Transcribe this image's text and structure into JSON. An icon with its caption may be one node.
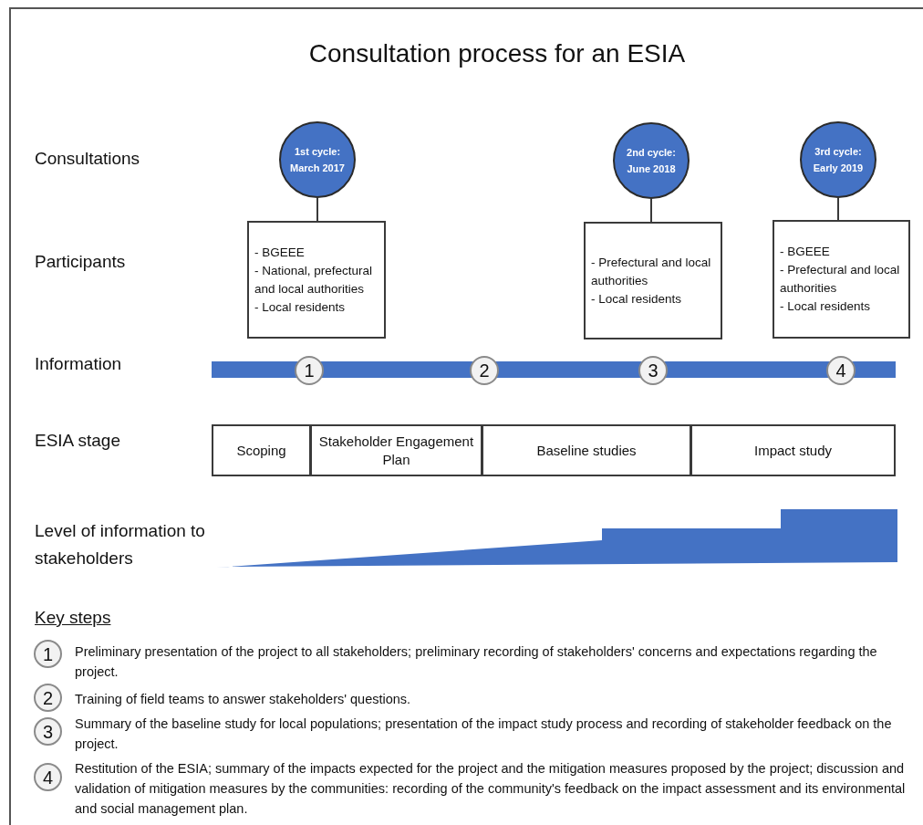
{
  "diagram": {
    "title": "Consultation process for an ESIA",
    "nodes": [
      {
        "text": [
          "1st cycle: March 2017"
        ]
      },
      {
        "text": [
          "- BGEEE",
          "- National, prefectural and local authorities",
          "- Local residents"
        ]
      },
      {
        "text": [
          "2nd cycle: June 2018"
        ]
      },
      {
        "text": [
          "- Prefectural and local authorities",
          "- Local residents"
        ]
      },
      {
        "text": [
          "3rd cycle: Early 2019"
        ]
      },
      {
        "text": [
          "- BGEEE",
          "- Prefectural and local authorities",
          "- Local residents"
        ]
      },
      {
        "text": [
          "1"
        ]
      },
      {
        "text": [
          "2"
        ]
      },
      {
        "text": [
          "3"
        ]
      },
      {
        "text": [
          "4"
        ]
      },
      {
        "text": [
          "Scoping"
        ]
      },
      {
        "text": [
          "Stakeholder Engagement Plan"
        ]
      },
      {
        "text": [
          "Baseline studies"
        ]
      },
      {
        "text": [
          "Impact study"
        ]
      },
      {
        "text": [
          "1"
        ],
        "beside": [
          "Preliminary presentation of the project to all stakeholders; preliminary recording of stakeholders' concerns and expectations regarding the project."
        ]
      },
      {
        "text": [
          "2"
        ],
        "beside": [
          "Training of field teams to answer stakeholders' questions."
        ]
      },
      {
        "text": [
          "3"
        ],
        "beside": [
          "Summary of the baseline study for local populations; presentation of the impact study process and recording of stakeholder feedback on the project."
        ]
      },
      {
        "text": [
          "4"
        ],
        "beside": [
          "Restitution of the ESIA; summary of the impacts expected for the project and the mitigation measures proposed by the project; discussion and validation of mitigation measures by the communities: recording of the community's feedback on the impact assessment and its environmental and social management plan."
        ]
      }
    ],
    "edges": [
      {
        "from": 0,
        "to": 1,
        "arrow": "none"
      },
      {
        "from": 2,
        "to": 3,
        "arrow": "none"
      },
      {
        "from": 4,
        "to": 5,
        "arrow": "none"
      }
    ],
    "labels": [
      "Consultations",
      "Participants",
      "Information",
      "ESIA stage",
      "Level of information to stakeholders",
      "Key steps"
    ]
  }
}
